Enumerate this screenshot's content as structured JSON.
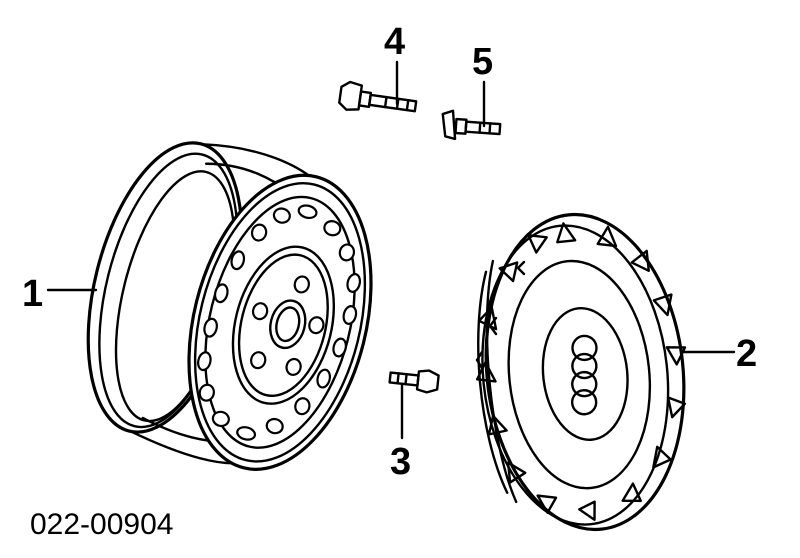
{
  "callouts": {
    "wheel": "1",
    "hubcap": "2",
    "bolt": "3",
    "valve": "4",
    "stud": "5"
  },
  "diagram_code": "022-00904",
  "colors": {
    "ink": "#000000",
    "paper": "#ffffff"
  }
}
